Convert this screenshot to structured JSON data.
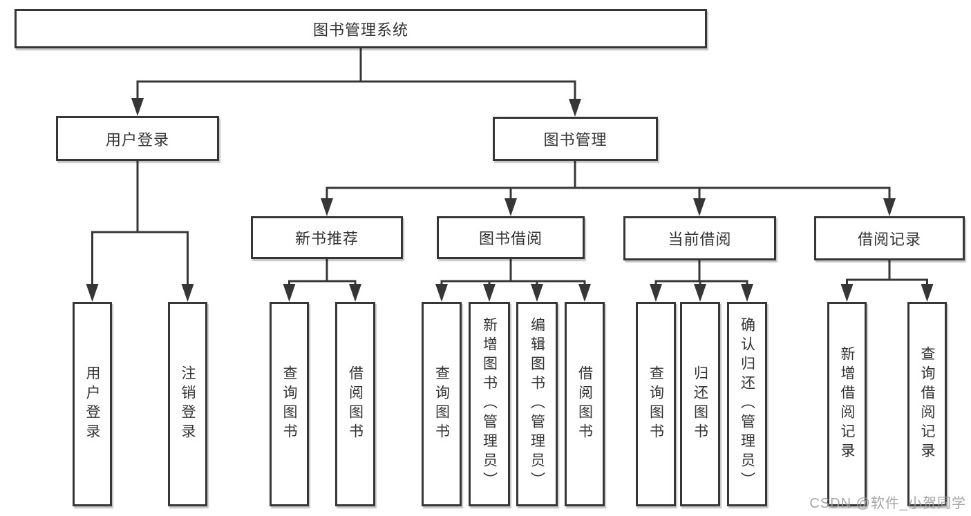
{
  "watermark": "CSDN @软件_小贺同学",
  "colors": {
    "line": "#363636",
    "text": "#333333",
    "box_background": "#ffffff",
    "watermark": "#9e9e9e"
  },
  "tree": {
    "root": {
      "label": "图书管理系统"
    },
    "branches": [
      {
        "label": "用户登录",
        "children": [
          {
            "label": "用户登录"
          },
          {
            "label": "注销登录"
          }
        ]
      },
      {
        "label": "图书管理",
        "children": [
          {
            "label": "新书推荐",
            "children": [
              {
                "label": "查询图书"
              },
              {
                "label": "借阅图书"
              }
            ]
          },
          {
            "label": "图书借阅",
            "children": [
              {
                "label": "查询图书"
              },
              {
                "label": "新增图书（管理员）"
              },
              {
                "label": "编辑图书（管理员）"
              },
              {
                "label": "借阅图书"
              }
            ]
          },
          {
            "label": "当前借阅",
            "children": [
              {
                "label": "查询图书"
              },
              {
                "label": "归还图书"
              },
              {
                "label": "确认归还（管理员）"
              }
            ]
          },
          {
            "label": "借阅记录",
            "children": [
              {
                "label": "新增借阅记录"
              },
              {
                "label": "查询借阅记录"
              }
            ]
          }
        ]
      }
    ]
  }
}
